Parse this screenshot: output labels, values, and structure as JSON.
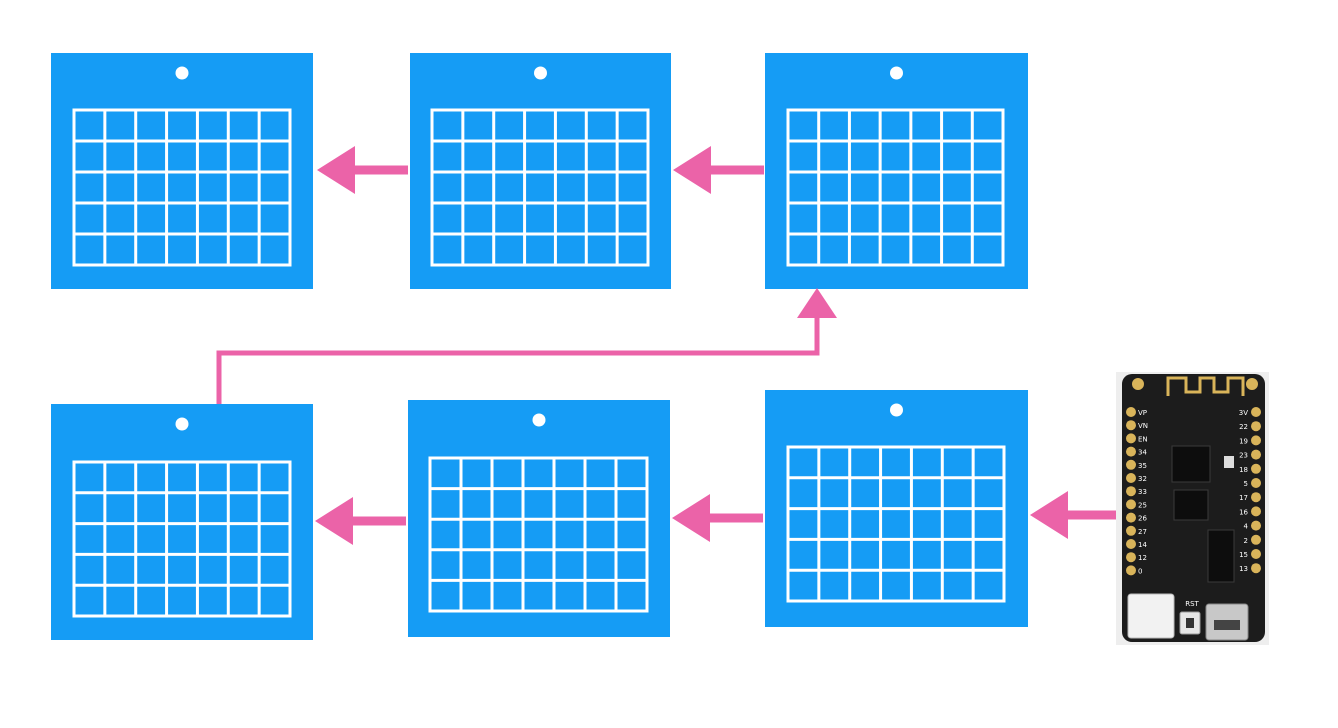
{
  "colors": {
    "panel": "#159cf5",
    "grid_line": "#ffffff",
    "arrow": "#eb63a8",
    "board_body": "#1c1c1c",
    "board_pads": "#d9b45a"
  },
  "panels": [
    {
      "id": "panel-1",
      "icon": "calendar-icon",
      "rows": 5,
      "cols": 7
    },
    {
      "id": "panel-2",
      "icon": "calendar-icon",
      "rows": 5,
      "cols": 7
    },
    {
      "id": "panel-3",
      "icon": "calendar-icon",
      "rows": 5,
      "cols": 7
    },
    {
      "id": "panel-4",
      "icon": "calendar-icon",
      "rows": 5,
      "cols": 7
    },
    {
      "id": "panel-5",
      "icon": "calendar-icon",
      "rows": 5,
      "cols": 7
    },
    {
      "id": "panel-6",
      "icon": "calendar-icon",
      "rows": 5,
      "cols": 7
    }
  ],
  "connections": [
    {
      "from": "board",
      "to": "panel-6"
    },
    {
      "from": "panel-6",
      "to": "panel-5"
    },
    {
      "from": "panel-5",
      "to": "panel-4"
    },
    {
      "from": "panel-4",
      "to": "panel-3"
    },
    {
      "from": "panel-3",
      "to": "panel-2"
    },
    {
      "from": "panel-2",
      "to": "panel-1"
    }
  ],
  "board": {
    "icon": "microcontroller-board-icon",
    "left_pin_labels": [
      "VP",
      "VN",
      "EN",
      "34",
      "35",
      "32",
      "33",
      "25",
      "26",
      "27",
      "14",
      "12",
      "0"
    ],
    "right_pin_labels": [
      "3V",
      "22",
      "19",
      "23",
      "18",
      "5",
      "17",
      "16",
      "4",
      "2",
      "15",
      "13"
    ],
    "button_label": "RST"
  }
}
